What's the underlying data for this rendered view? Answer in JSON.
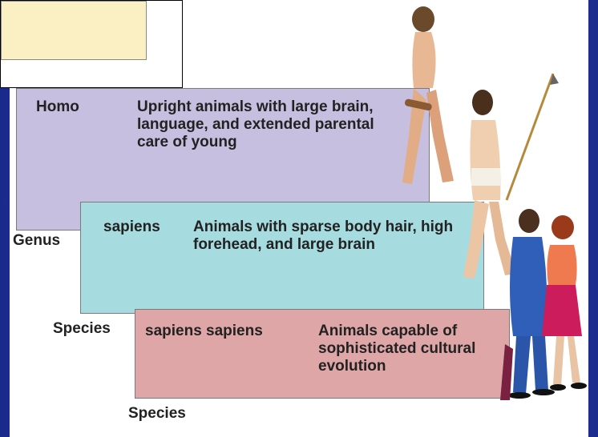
{
  "diagram": {
    "genus_band": {
      "name": "Homo",
      "description": "Upright animals with large brain, language, and extended parental care of young"
    },
    "species_band": {
      "name": "sapiens",
      "description": "Animals with sparse body hair, high forehead, and large brain"
    },
    "subspecies_band": {
      "name": "sapiens sapiens",
      "description": "Animals capable of sophisticated cultural evolution"
    },
    "rank_labels": {
      "genus": "Genus",
      "species_1": "Species",
      "species_2": "Species"
    },
    "colors": {
      "genus": "#c6bfdf",
      "species": "#a6dce0",
      "subspecies": "#dfa6a8",
      "note": "#faf0c3",
      "frame": "#2a3fb0"
    }
  }
}
